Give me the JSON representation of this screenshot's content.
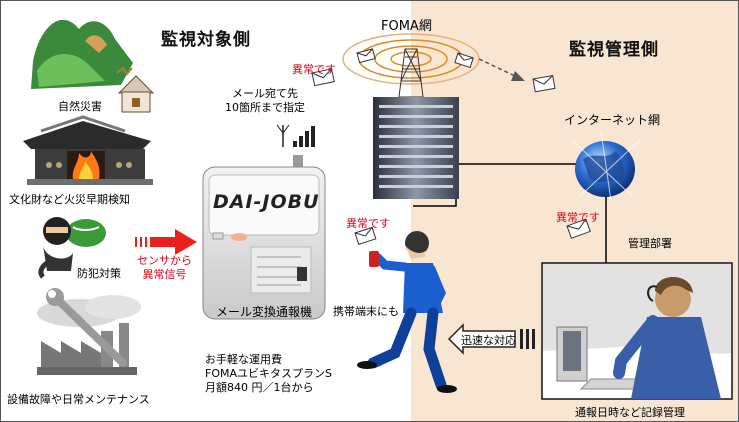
{
  "titles": {
    "monitored_side": "監視対象側",
    "management_side": "監視管理側"
  },
  "network": {
    "foma": "FOMA網",
    "internet": "インターネット網"
  },
  "scenarios": [
    {
      "id": "disaster",
      "label": "自然災害"
    },
    {
      "id": "fire",
      "label": "文化財など火災早期検知"
    },
    {
      "id": "crime",
      "label": "防犯対策"
    },
    {
      "id": "equipment",
      "label": "設備故障や日常メンテナンス"
    }
  ],
  "sensor_signal": {
    "line1": "センサから",
    "line2": "異常信号"
  },
  "mail_dest": {
    "line1": "メール宛て先",
    "line2": "10箇所まで指定"
  },
  "device": {
    "brand": "DAI-JOBU",
    "caption": "メール変換通報機"
  },
  "pricing": {
    "line1": "お手軽な運用費",
    "line2": "FOMAユビキタスプランS",
    "line3": "月額840 円／1台から"
  },
  "alerts": {
    "foma": "異常です",
    "mobile": "異常です",
    "internet": "異常です"
  },
  "mobile_label": "携帯端末にも",
  "quick_response": "迅速な対応",
  "admin_dept": "管理部署",
  "record_mgmt": "通報日時など記録管理",
  "colors": {
    "alert_red": "#e0001a",
    "arrow_red": "#e8211d",
    "mgmt_bg": "#f8e6d3",
    "suit_blue": "#1b5fcf"
  }
}
